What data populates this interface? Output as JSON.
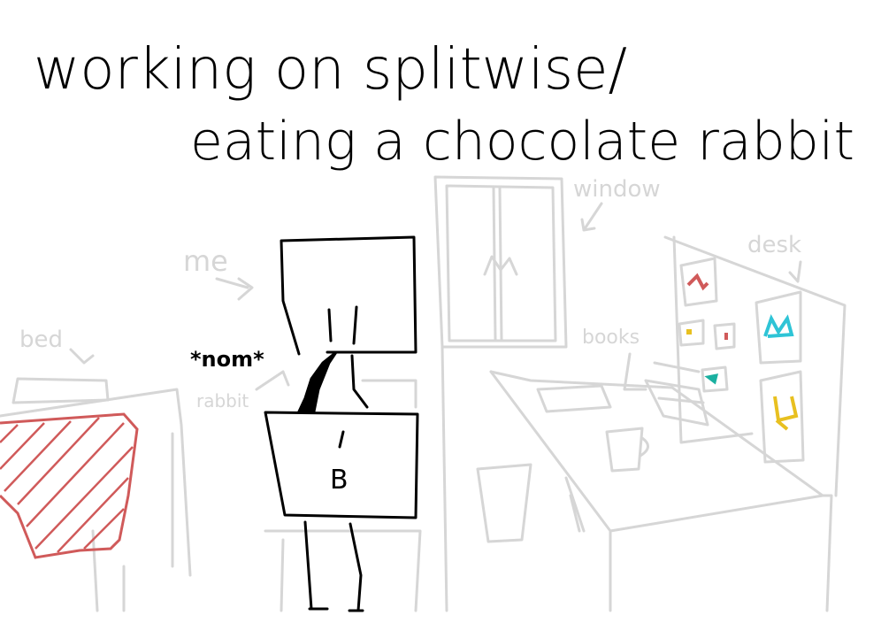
{
  "title": {
    "line1": "working on splitwise/",
    "line2": "eating a chocolate rabbit"
  },
  "labels": {
    "window": "window",
    "desk": "desk",
    "me": "me",
    "bed": "bed",
    "nom": "*nom*",
    "rabbit": "rabbit",
    "books": "books",
    "laptop_logo": "B"
  },
  "colors": {
    "ink": "#000000",
    "background_ink": "#d6d6d6",
    "bed_hatch": "#d05a5a",
    "poster_red": "#d05a5a",
    "poster_cyan": "#2ec4d6",
    "poster_yellow": "#e8c020",
    "poster_teal": "#1ab0a0"
  }
}
